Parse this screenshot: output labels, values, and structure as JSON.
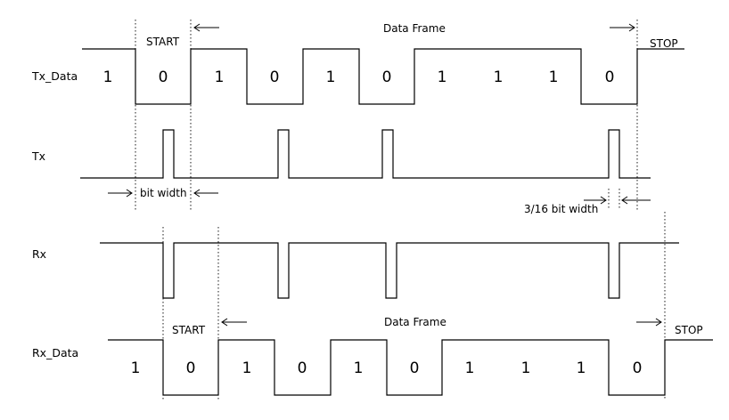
{
  "signals": {
    "tx_data": "Tx_Data",
    "tx": "Tx",
    "rx": "Rx",
    "rx_data": "Rx_Data"
  },
  "frames": {
    "start": "START",
    "stop": "STOP",
    "data_frame": "Data Frame"
  },
  "annotations": {
    "bit_width": "bit width",
    "three_sixteenth": "3/16 bit width"
  },
  "tx_bits": [
    "1",
    "0",
    "1",
    "0",
    "1",
    "0",
    "1",
    "1",
    "1",
    "0"
  ],
  "rx_bits": [
    "1",
    "0",
    "1",
    "0",
    "1",
    "0",
    "1",
    "1",
    "1",
    "0"
  ],
  "colors": {
    "line": "#000000",
    "background": "#ffffff"
  }
}
